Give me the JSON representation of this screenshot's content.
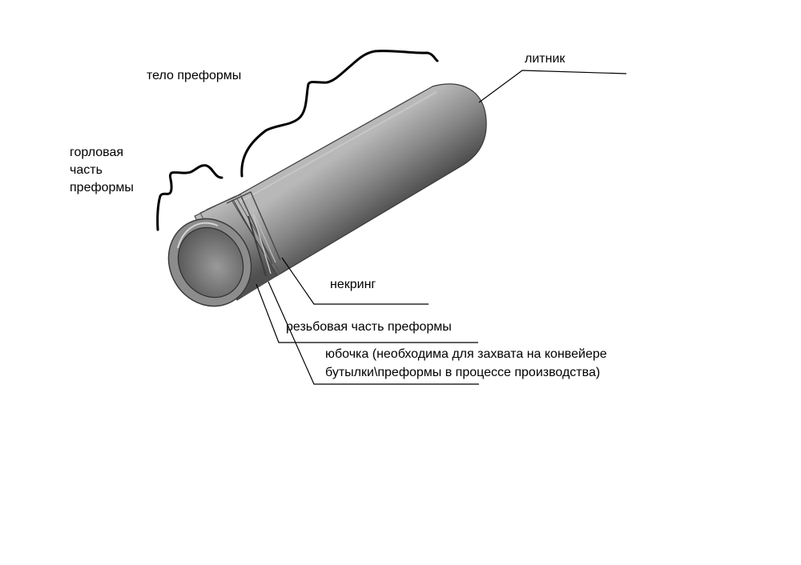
{
  "labels": {
    "body": "тело преформы",
    "neck_line1": "горловая",
    "neck_line2": "часть",
    "neck_line3": "преформы",
    "gate": "литник",
    "neck_ring": "некринг",
    "thread": "резьбовая часть преформы",
    "skirt_line1": "юбочка (необходима для захвата на конвейере",
    "skirt_line2": "бутылки\\преформы в процессе производства)"
  },
  "colors": {
    "preform": "#7f7f7f",
    "preform_shadow": "#444444",
    "preform_highlight": "#bfbfbf",
    "lines": "#000000",
    "background": "#ffffff"
  }
}
